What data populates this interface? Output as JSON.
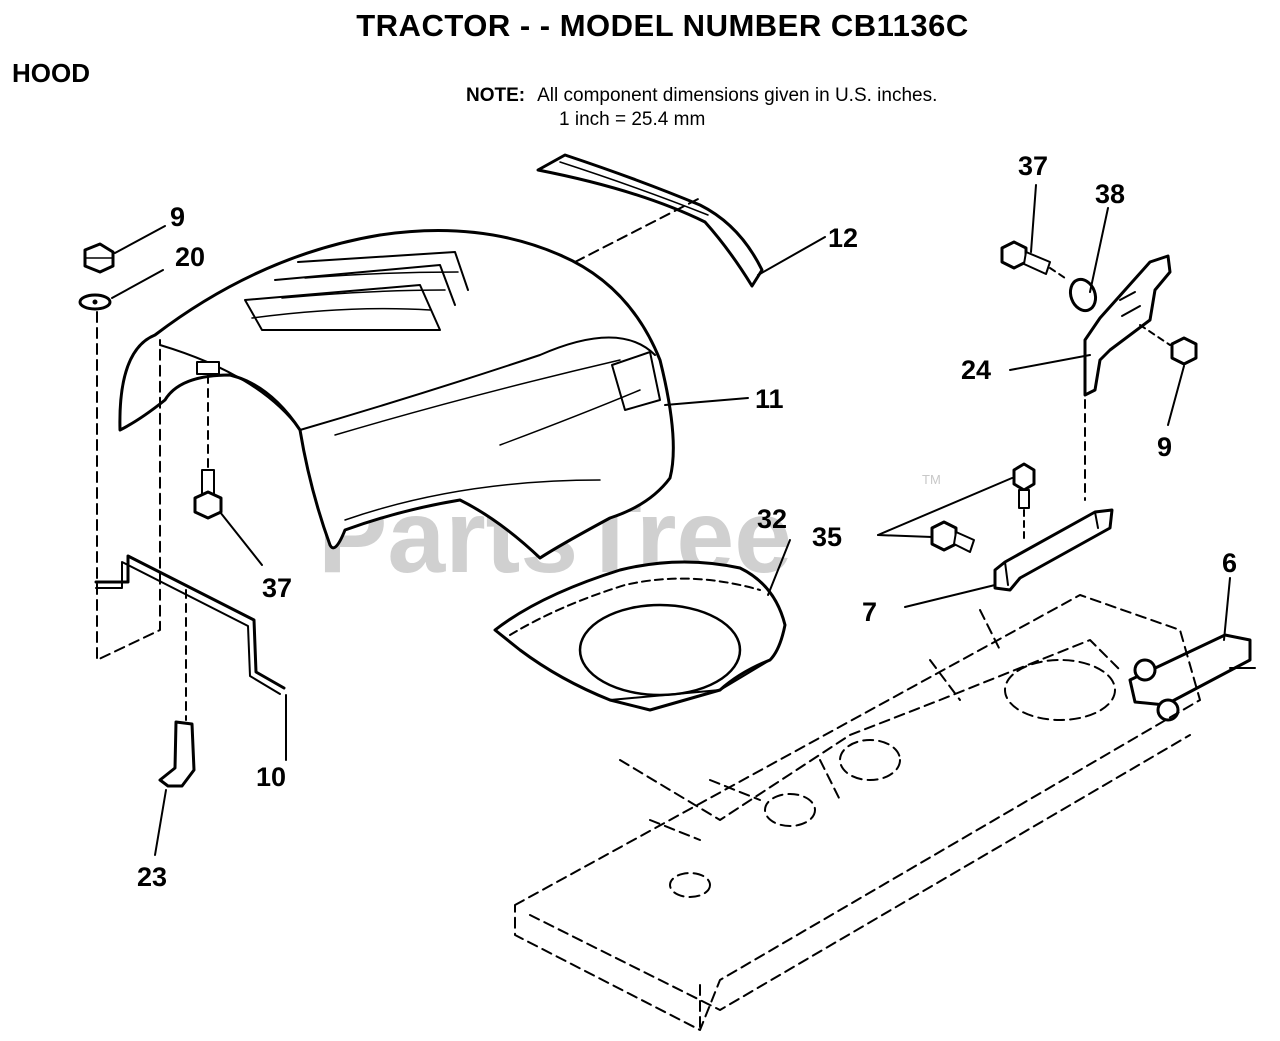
{
  "header": {
    "title": "TRACTOR - - MODEL NUMBER CB1136C",
    "section": "HOOD",
    "note_label": "NOTE:",
    "note_line1": "All component dimensions given in U.S. inches.",
    "note_line2": "1 inch = 25.4 mm"
  },
  "watermark": {
    "text": "PartsTree",
    "tm": "TM"
  },
  "callouts": {
    "c9_left": "9",
    "c20": "20",
    "c12": "12",
    "c11": "11",
    "c37_left": "37",
    "c10": "10",
    "c23": "23",
    "c32": "32",
    "c37_right": "37",
    "c38": "38",
    "c24": "24",
    "c9_right": "9",
    "c35": "35",
    "c7": "7",
    "c6": "6"
  }
}
